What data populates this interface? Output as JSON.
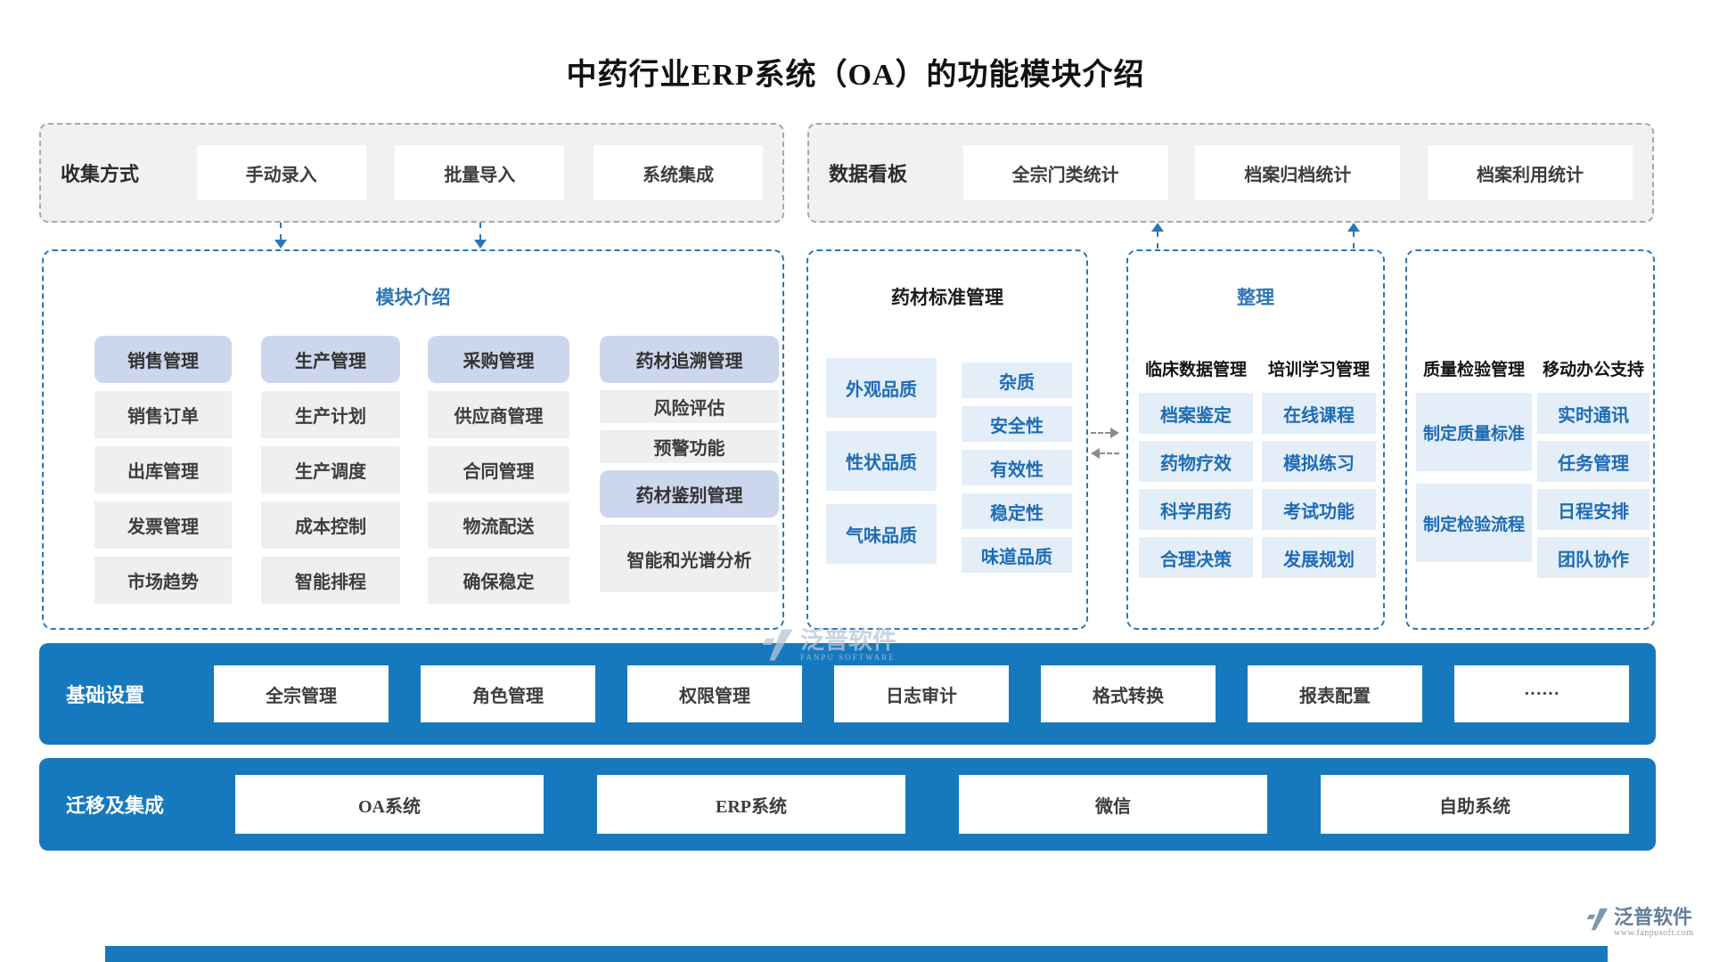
{
  "title": "中药行业ERP系统（OA）的功能模块介绍",
  "collection": {
    "label": "收集方式",
    "buttons": [
      "手动录入",
      "批量导入",
      "系统集成"
    ]
  },
  "dashboard": {
    "label": "数据看板",
    "buttons": [
      "全宗门类统计",
      "档案归档统计",
      "档案利用统计"
    ]
  },
  "modules": {
    "title": "模块介绍",
    "columns": [
      {
        "header": "销售管理",
        "items": [
          "销售订单",
          "出库管理",
          "发票管理",
          "市场趋势"
        ]
      },
      {
        "header": "生产管理",
        "items": [
          "生产计划",
          "生产调度",
          "成本控制",
          "智能排程"
        ]
      },
      {
        "header": "采购管理",
        "items": [
          "供应商管理",
          "合同管理",
          "物流配送",
          "确保稳定"
        ]
      }
    ],
    "trace": {
      "header1": "药材追溯管理",
      "sub1": [
        "风险评估",
        "预警功能"
      ],
      "header2": "药材鉴别管理",
      "sub2": [
        "智能和光谱分析"
      ]
    }
  },
  "standards": {
    "title": "药材标准管理",
    "left": [
      "外观品质",
      "性状品质",
      "气味品质"
    ],
    "right": [
      "杂质",
      "安全性",
      "有效性",
      "稳定性",
      "味道品质"
    ]
  },
  "organize": {
    "title": "整理",
    "groups": [
      {
        "header": "临床数据管理",
        "items": [
          "档案鉴定",
          "药物疗效",
          "科学用药",
          "合理决策"
        ]
      },
      {
        "header": "培训学习管理",
        "items": [
          "在线课程",
          "模拟练习",
          "考试功能",
          "发展规划"
        ]
      }
    ]
  },
  "quality": {
    "groups": [
      {
        "header": "质量检验管理",
        "items": [
          "制定质量标准",
          "制定检验流程"
        ]
      },
      {
        "header": "移动办公支持",
        "items": [
          "实时通讯",
          "任务管理",
          "日程安排",
          "团队协作"
        ]
      }
    ]
  },
  "base": {
    "label": "基础设置",
    "buttons": [
      "全宗管理",
      "角色管理",
      "权限管理",
      "日志审计",
      "格式转换",
      "报表配置",
      "······"
    ]
  },
  "migration": {
    "label": "迁移及集成",
    "buttons": [
      "OA系统",
      "ERP系统",
      "微信",
      "自助系统"
    ]
  },
  "brand": {
    "name": "泛普软件",
    "en": "FANPU SOFTWARE",
    "url": "www.fanpusoft.com"
  },
  "colors": {
    "bar_blue": "#1679bd",
    "dashed_blue": "#2e75b6",
    "accent_lavender": "#ccd6ec",
    "item_blue_bg": "#e3eef9",
    "item_blue_text": "#1e6cb5",
    "panel_gray": "#f1f1f1"
  }
}
